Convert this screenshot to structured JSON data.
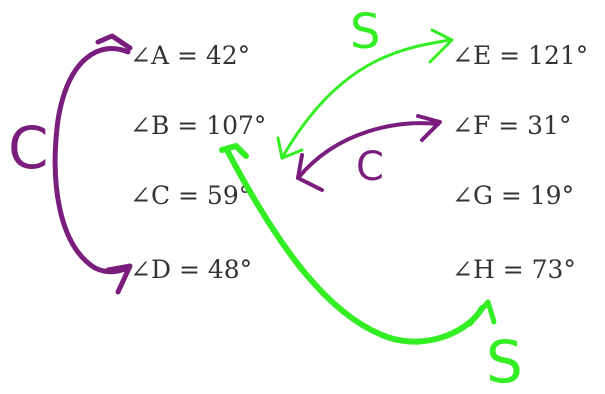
{
  "angles": [
    {
      "id": "A",
      "text": "∠A = 42°"
    },
    {
      "id": "B",
      "text": "∠B = 107°"
    },
    {
      "id": "C",
      "text": "∠C = 59°"
    },
    {
      "id": "D",
      "text": "∠D = 48°"
    },
    {
      "id": "E",
      "text": "∠E = 121°"
    },
    {
      "id": "F",
      "text": "∠F = 31°"
    },
    {
      "id": "G",
      "text": "∠G = 19°"
    },
    {
      "id": "H",
      "text": "∠H = 73°"
    }
  ],
  "annotations": {
    "colors": {
      "purple": "#7a1e7e",
      "green": "#33ee22"
    },
    "labels": {
      "purple_left": "C",
      "purple_middle": "C",
      "green_top": "S",
      "green_bottom": "S"
    }
  }
}
